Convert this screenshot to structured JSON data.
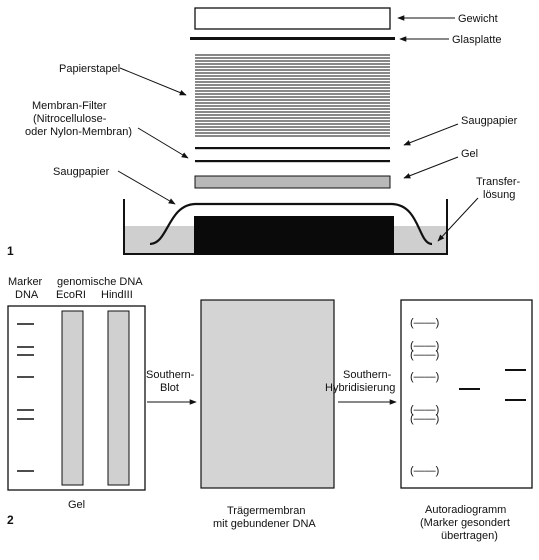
{
  "section1": {
    "number": "1",
    "labels": {
      "gewicht": "Gewicht",
      "glasplatte": "Glasplatte",
      "papierstapel": "Papierstapel",
      "membran_filter": [
        "Membran-Filter",
        "(Nitrocellulose-",
        "oder Nylon-Membran)"
      ],
      "saugpapier_right": "Saugpapier",
      "gel": "Gel",
      "saugpapier_left": "Saugpapier",
      "transfer_loesung": [
        "Transfer-",
        "lösung"
      ]
    }
  },
  "section2": {
    "number": "2",
    "gel_header": {
      "marker": [
        "Marker",
        "DNA"
      ],
      "genomic": "genomische DNA",
      "lanes": [
        "EcoRI",
        "HindIII"
      ]
    },
    "gel_caption": "Gel",
    "step1": [
      "Southern-",
      "Blot"
    ],
    "membrane_caption": [
      "Trägermembran",
      "mit gebundener DNA"
    ],
    "step2": [
      "Southern-",
      "Hybridisierung"
    ],
    "autorad_caption": [
      "Autoradiogramm",
      "(Marker gesondert",
      "übertragen)"
    ],
    "marker_symbol": "(——)",
    "marker_count": 7,
    "ecori_bands": 1,
    "hindiii_bands": 2
  },
  "colors": {
    "ink": "#111111",
    "buffer_gray": "#cfcfcf",
    "membrane_gray": "#d4d4d4",
    "lane_gray": "#d0d0d0",
    "block_black": "#0a0a0a"
  }
}
